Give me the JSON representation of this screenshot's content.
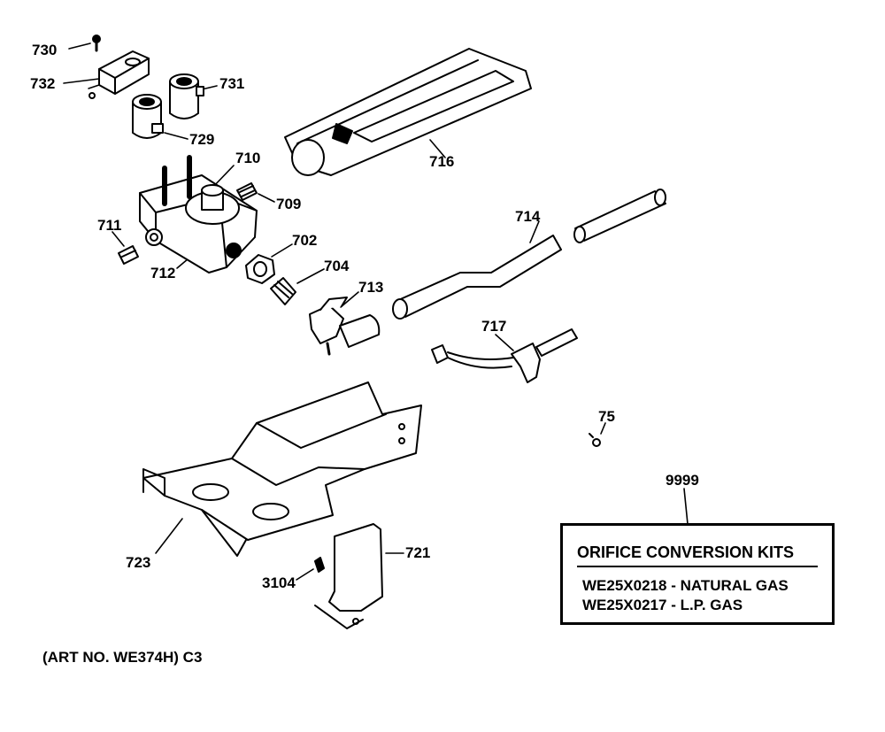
{
  "parts": {
    "p730": "730",
    "p732": "732",
    "p731": "731",
    "p729": "729",
    "p710": "710",
    "p709": "709",
    "p711": "711",
    "p712": "712",
    "p702": "702",
    "p704": "704",
    "p713": "713",
    "p714": "714",
    "p716": "716",
    "p717": "717",
    "p75": "75",
    "p9999": "9999",
    "p723": "723",
    "p721": "721",
    "p3104": "3104"
  },
  "kit": {
    "title": "ORIFICE CONVERSION KITS",
    "line1_code": "WE25X0218",
    "line1_desc": "- NATURAL GAS",
    "line2_code": "WE25X0217",
    "line2_desc": "- L.P. GAS"
  },
  "art_number": "(ART NO. WE374H) C3"
}
